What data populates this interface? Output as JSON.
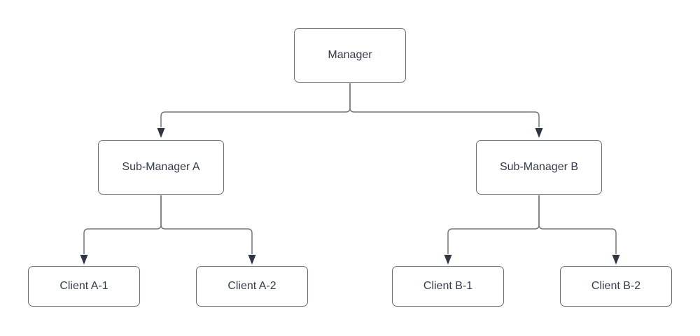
{
  "diagram": {
    "type": "org-chart",
    "nodes": [
      {
        "id": "manager",
        "label": "Manager"
      },
      {
        "id": "sub-a",
        "label": "Sub-Manager A"
      },
      {
        "id": "sub-b",
        "label": "Sub-Manager B"
      },
      {
        "id": "client-a1",
        "label": "Client A-1"
      },
      {
        "id": "client-a2",
        "label": "Client A-2"
      },
      {
        "id": "client-b1",
        "label": "Client B-1"
      },
      {
        "id": "client-b2",
        "label": "Client B-2"
      }
    ],
    "edges": [
      {
        "from": "Manager",
        "to": "Sub-Manager A",
        "arrow": "filled-triangle"
      },
      {
        "from": "Manager",
        "to": "Sub-Manager B",
        "arrow": "filled-triangle"
      },
      {
        "from": "Sub-Manager A",
        "to": "Client A-1",
        "arrow": "filled-triangle"
      },
      {
        "from": "Sub-Manager A",
        "to": "Client A-2",
        "arrow": "filled-triangle"
      },
      {
        "from": "Sub-Manager B",
        "to": "Client B-1",
        "arrow": "filled-triangle"
      },
      {
        "from": "Sub-Manager B",
        "to": "Client B-2",
        "arrow": "filled-triangle"
      }
    ],
    "colors": {
      "background": "#ffffff",
      "node_fill": "#ffffff",
      "node_border": "#666c78",
      "text": "#343c4b",
      "connector": "#72777f",
      "arrowhead": "#2f3745"
    }
  }
}
